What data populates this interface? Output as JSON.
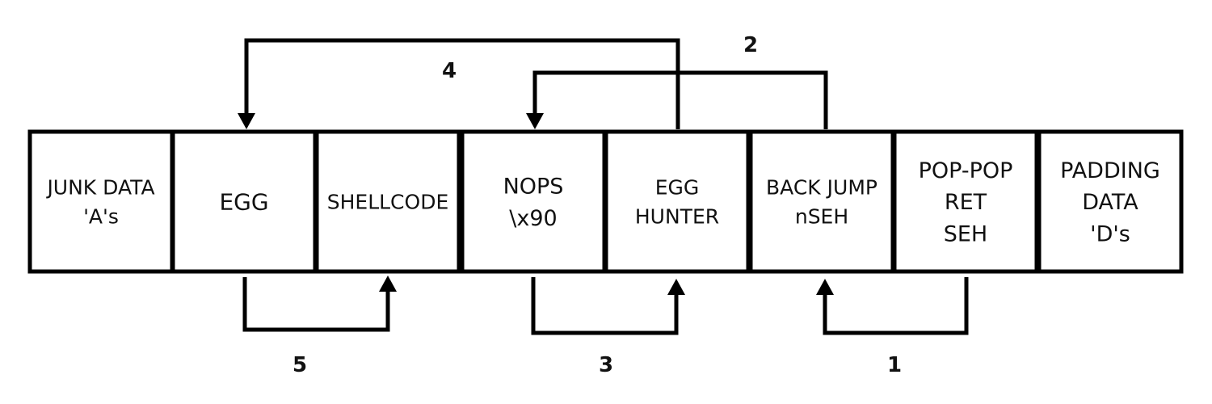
{
  "diagram": {
    "cells": [
      {
        "key": "junk",
        "lines": [
          "JUNK DATA",
          "'A's"
        ]
      },
      {
        "key": "egg",
        "lines": [
          "EGG"
        ]
      },
      {
        "key": "shellcode",
        "lines": [
          "SHELLCODE"
        ]
      },
      {
        "key": "nops",
        "lines": [
          "NOPS",
          "\\x90"
        ]
      },
      {
        "key": "egg-hunter",
        "lines": [
          "EGG",
          "HUNTER"
        ]
      },
      {
        "key": "back-jump",
        "lines": [
          "BACK JUMP",
          "nSEH"
        ]
      },
      {
        "key": "pop-pop-ret",
        "lines": [
          "POP-POP",
          "RET",
          "SEH"
        ]
      },
      {
        "key": "padding",
        "lines": [
          "PADDING",
          "DATA",
          "'D's"
        ]
      }
    ],
    "steps": [
      {
        "label": "1",
        "from": "pop-pop-ret",
        "to": "back-jump",
        "side": "below"
      },
      {
        "label": "2",
        "from": "back-jump",
        "to": "nops",
        "side": "above"
      },
      {
        "label": "3",
        "from": "nops",
        "to": "egg-hunter",
        "side": "below"
      },
      {
        "label": "4",
        "from": "egg-hunter",
        "to": "egg",
        "side": "above"
      },
      {
        "label": "5",
        "from": "egg",
        "to": "shellcode",
        "side": "below"
      }
    ],
    "colors": {
      "stroke": "#000000",
      "text": "#111111",
      "background": "#ffffff"
    }
  }
}
